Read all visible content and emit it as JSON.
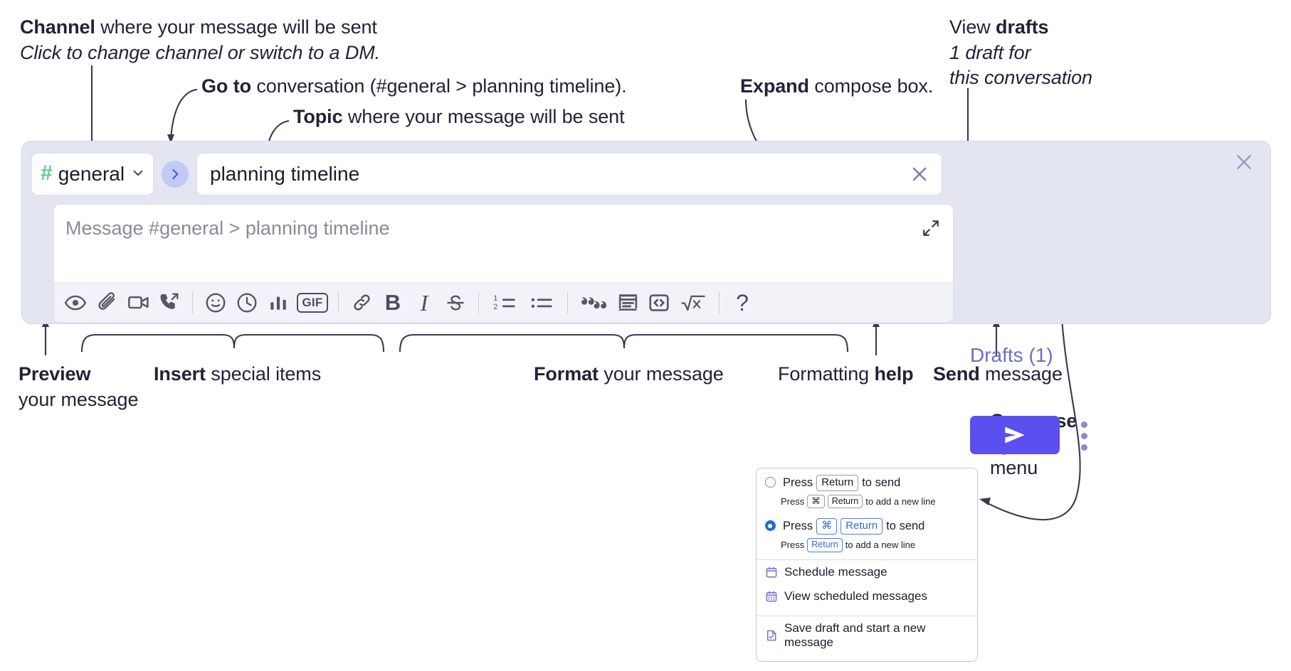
{
  "annotations": {
    "channel": {
      "bold": "Channel",
      "rest": " where your message will be sent",
      "sub": "Click to change channel or switch to a DM."
    },
    "goto": {
      "bold": "Go to",
      "rest": " conversation (#general > planning timeline)."
    },
    "topic": {
      "bold": "Topic",
      "rest": " where your message will be sent"
    },
    "expand": {
      "bold": "Expand",
      "rest": " compose box."
    },
    "drafts": {
      "pre": "View ",
      "bold": "drafts",
      "line2": "1 draft for",
      "line3": "this conversation"
    },
    "preview": {
      "bold": "Preview",
      "line2": "your message"
    },
    "insert": {
      "bold": "Insert",
      "rest": " special items"
    },
    "format": {
      "bold": "Format",
      "rest": " your message"
    },
    "help": {
      "pre": "Formatting ",
      "bold": "help"
    },
    "send": {
      "bold": "Send",
      "rest": " message"
    },
    "compose_options": {
      "bold1": "Compose",
      "bold2": "options",
      "rest": "menu"
    }
  },
  "compose": {
    "channel": {
      "hash": "#",
      "name": "general",
      "chevron_icon": "chevron-down-icon"
    },
    "goto_icon": "chevron-right-icon",
    "topic": {
      "value": "planning timeline",
      "clear_icon": "close-icon"
    },
    "message": {
      "placeholder": "Message #general > planning timeline",
      "expand_icon": "expand-arrows-icon"
    },
    "close_icon": "close-icon",
    "drafts_label": "Drafts (1)",
    "send_icon": "send-paper-plane-icon",
    "kebab_icon": "more-vertical-icon",
    "toolbar": [
      {
        "name": "preview-button",
        "icon": "eye-icon",
        "glyph": ""
      },
      {
        "name": "attach-button",
        "icon": "paperclip-icon",
        "glyph": ""
      },
      {
        "name": "video-clip-button",
        "icon": "video-camera-icon",
        "glyph": ""
      },
      {
        "name": "audio-clip-button",
        "icon": "phone-forward-icon",
        "glyph": ""
      },
      {
        "name": "separator-1",
        "icon": "divider",
        "glyph": ""
      },
      {
        "name": "emoji-button",
        "icon": "smiley-icon",
        "glyph": ""
      },
      {
        "name": "reminder-button",
        "icon": "clock-icon",
        "glyph": ""
      },
      {
        "name": "poll-button",
        "icon": "bar-chart-icon",
        "glyph": ""
      },
      {
        "name": "gif-button",
        "icon": "gif-icon",
        "glyph": "GIF"
      },
      {
        "name": "separator-2",
        "icon": "divider",
        "glyph": ""
      },
      {
        "name": "link-button",
        "icon": "link-icon",
        "glyph": ""
      },
      {
        "name": "bold-button",
        "icon": "bold-icon",
        "glyph": "B"
      },
      {
        "name": "italic-button",
        "icon": "italic-icon",
        "glyph": "I"
      },
      {
        "name": "strikethrough-button",
        "icon": "strikethrough-icon",
        "glyph": "S"
      },
      {
        "name": "separator-3",
        "icon": "divider",
        "glyph": ""
      },
      {
        "name": "ordered-list-button",
        "icon": "ordered-list-icon",
        "glyph": ""
      },
      {
        "name": "bulleted-list-button",
        "icon": "bulleted-list-icon",
        "glyph": ""
      },
      {
        "name": "separator-4",
        "icon": "divider",
        "glyph": ""
      },
      {
        "name": "blockquote-button",
        "icon": "quote-icon",
        "glyph": ""
      },
      {
        "name": "code-block-button",
        "icon": "code-block-icon",
        "glyph": ""
      },
      {
        "name": "inline-code-button",
        "icon": "inline-code-icon",
        "glyph": ""
      },
      {
        "name": "math-button",
        "icon": "square-root-icon",
        "glyph": ""
      },
      {
        "name": "separator-5",
        "icon": "divider",
        "glyph": ""
      },
      {
        "name": "formatting-help-button",
        "icon": "question-mark-icon",
        "glyph": "?"
      }
    ]
  },
  "options_menu": {
    "radio_options": [
      {
        "selected": false,
        "line1": {
          "press": "Press",
          "keys": [
            "Return"
          ],
          "suffix": "to send"
        },
        "line2": {
          "press": "Press",
          "keys": [
            "⌘",
            "Return"
          ],
          "suffix": "to add a new line"
        }
      },
      {
        "selected": true,
        "line1": {
          "press": "Press",
          "keys": [
            "⌘",
            "Return"
          ],
          "suffix": "to send"
        },
        "line2": {
          "press": "Press",
          "keys": [
            "Return"
          ],
          "suffix": "to add a new line"
        }
      }
    ],
    "items": [
      {
        "label": "Schedule message",
        "icon": "calendar-icon"
      },
      {
        "label": "View scheduled messages",
        "icon": "calendar-grid-icon"
      },
      {
        "label": "Save draft and start a new message",
        "icon": "document-check-icon"
      }
    ]
  },
  "colors": {
    "accent_purple": "#5b4ff0",
    "widget_bg": "#e3e5f1",
    "hash_green": "#5ece8e",
    "drafts_text": "#6c6fc4",
    "menu_accent_blue": "#1d6fd4",
    "menu_icon_purple": "#7b6fdb"
  }
}
